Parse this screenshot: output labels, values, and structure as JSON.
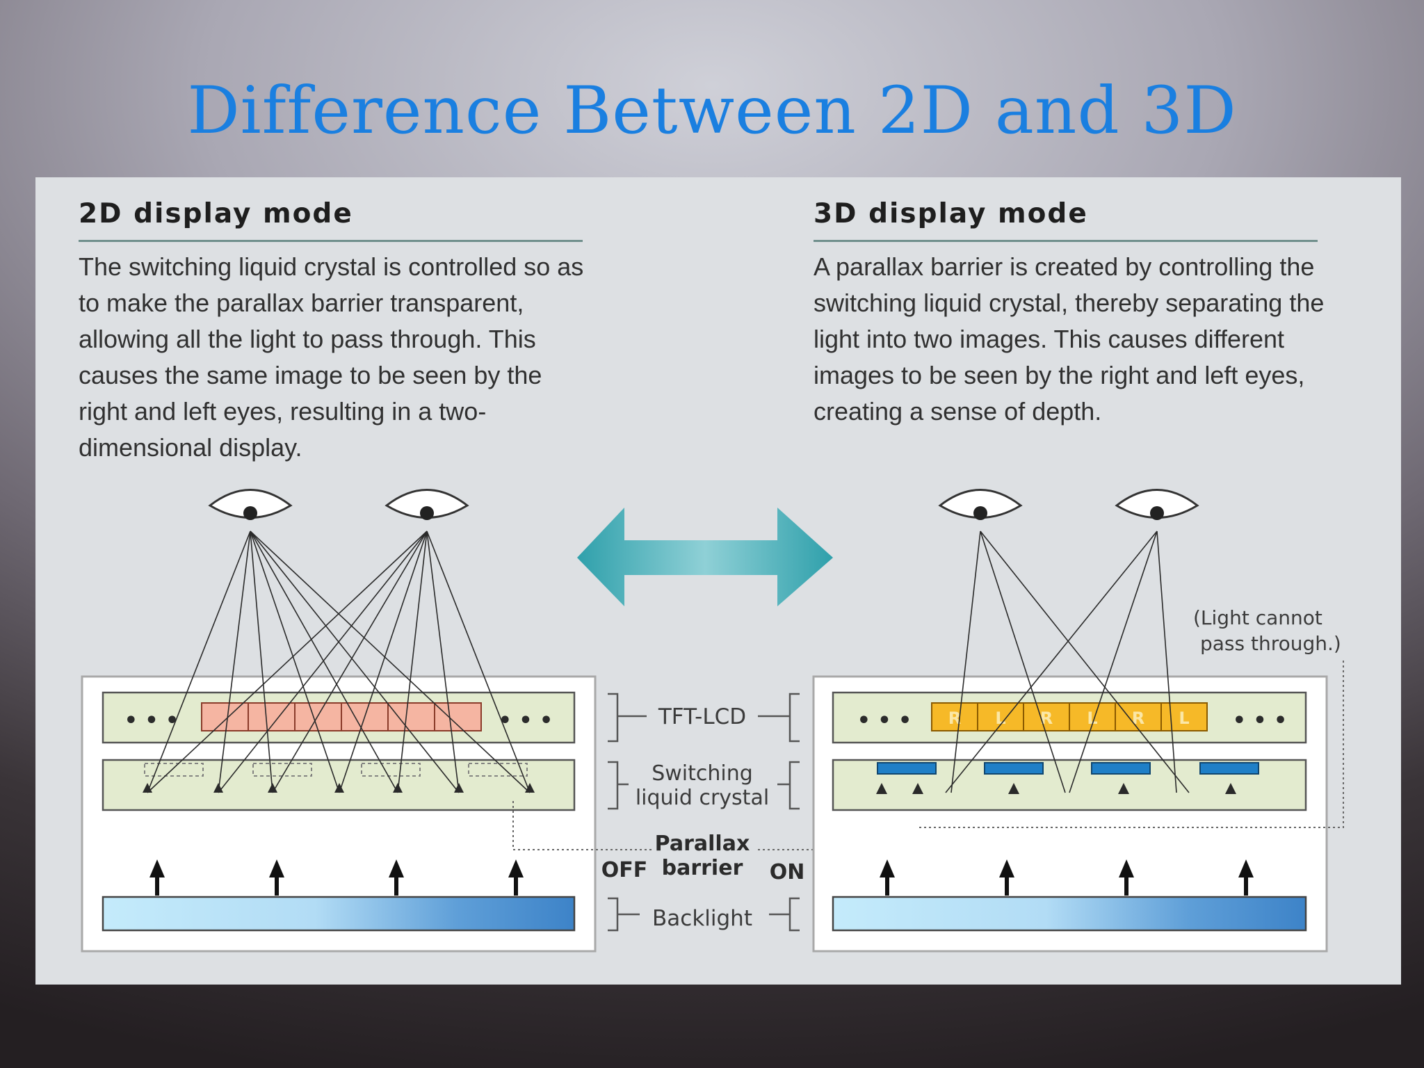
{
  "slide": {
    "title": "Difference Between 2D and 3D"
  },
  "left_mode": {
    "heading": "2D display mode",
    "description": "The switching liquid crystal is controlled so as to make the parallax barrier transparent, allowing all the light to pass through. This causes the same image to be seen by the right and left eyes, resulting in a two-dimensional display.",
    "barrier_state": "OFF"
  },
  "right_mode": {
    "heading": "3D display mode",
    "description": "A parallax barrier is created by controlling the switching liquid crystal, thereby separating the light into two images. This causes different images to be seen by the right and left eyes, creating a sense of depth.",
    "barrier_state": "ON",
    "pixel_letters": [
      "R",
      "L",
      "R",
      "L",
      "R",
      "L"
    ],
    "note_line1": "(Light cannot",
    "note_line2": "pass through.)"
  },
  "layers": {
    "tft_lcd": "TFT-LCD",
    "switching_line1": "Switching",
    "switching_line2": "liquid crystal",
    "parallax_line1": "Parallax",
    "parallax_line2": "barrier",
    "backlight": "Backlight",
    "ellipsis": "• • •"
  },
  "colors": {
    "title": "#1a7fe0",
    "panel": "#dde0e3",
    "layer_fill": "#e3ebcf",
    "pixel_2d": "#f5b5a2",
    "pixel_3d": "#f6b928",
    "barrier": "#1f7fc7",
    "arrow": "#3aa7b2",
    "backlight_light": "#c4ebfb",
    "backlight_dark": "#3d83c8"
  }
}
